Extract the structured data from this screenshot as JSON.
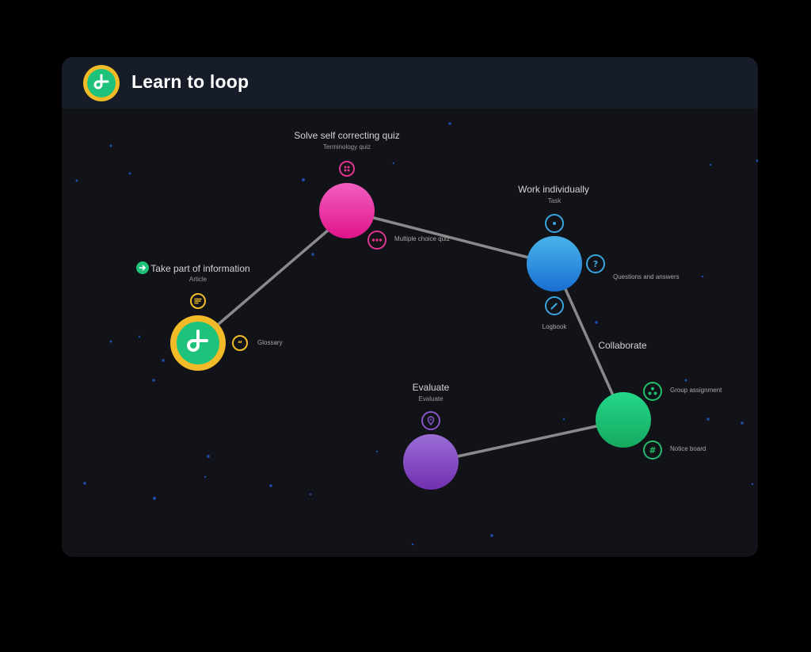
{
  "app": {
    "title": "Learn to loop",
    "logo_icon": "loop-logo-icon"
  },
  "colors": {
    "background": "#111318",
    "header": "#161d29",
    "accent_yellow": "#f2bb27",
    "accent_green": "#1fc27a",
    "pink": "#e0148a",
    "blue": "#1a6fd2",
    "purple": "#7230b0",
    "edge": "#8a8a8a"
  },
  "steps": {
    "start": {
      "title": "Take part of information",
      "subtitle": "Article",
      "top_icon": "article-lines-icon",
      "side_icon": "quote-icon",
      "side_label": "Glossary"
    },
    "quiz": {
      "title": "Solve self correcting quiz",
      "subtitle": "Terminology quiz",
      "top_icon": "grid-dots-icon",
      "side_icon": "more-dots-icon",
      "side_label": "Multiple choice quiz"
    },
    "individual": {
      "title": "Work individually",
      "subtitle": "Task",
      "top_icon": "dot-icon",
      "side_icon": "question-icon",
      "side_label": "Questions and answers",
      "bottom_icon": "pencil-icon",
      "bottom_label": "Logbook"
    },
    "collaborate": {
      "title": "Collaborate",
      "top_side_icon": "group-icon",
      "top_side_label": "Group assignment",
      "bottom_side_icon": "hash-icon",
      "bottom_side_label": "Notice board"
    },
    "evaluate": {
      "title": "Evaluate",
      "subtitle": "Evaluate",
      "top_icon": "location-pin-icon"
    }
  }
}
